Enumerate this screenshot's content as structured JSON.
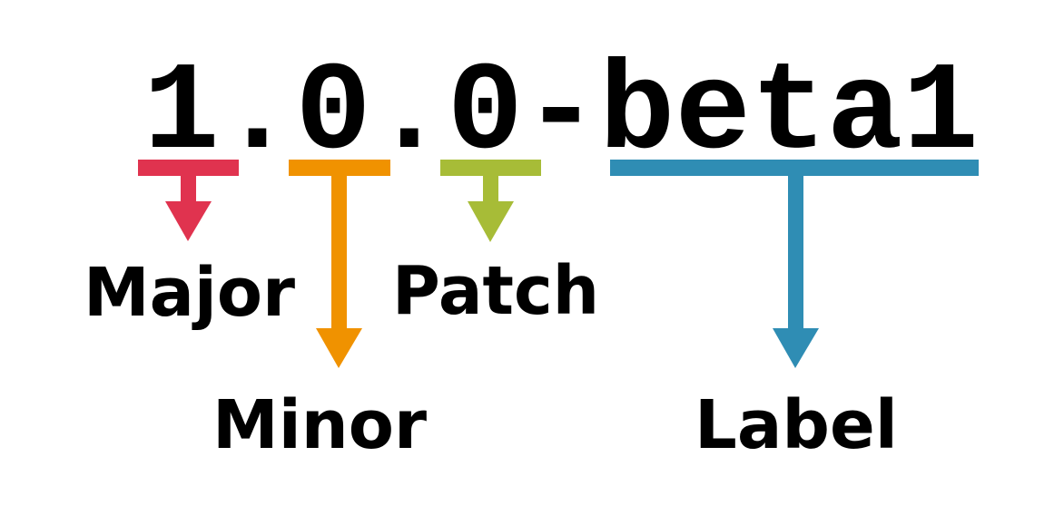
{
  "version": "1.0.0-beta1",
  "parts": [
    {
      "name": "Major",
      "color": "#e0334f"
    },
    {
      "name": "Minor",
      "color": "#f09200"
    },
    {
      "name": "Patch",
      "color": "#a7bc37"
    },
    {
      "name": "Label",
      "color": "#2f8db4"
    }
  ]
}
